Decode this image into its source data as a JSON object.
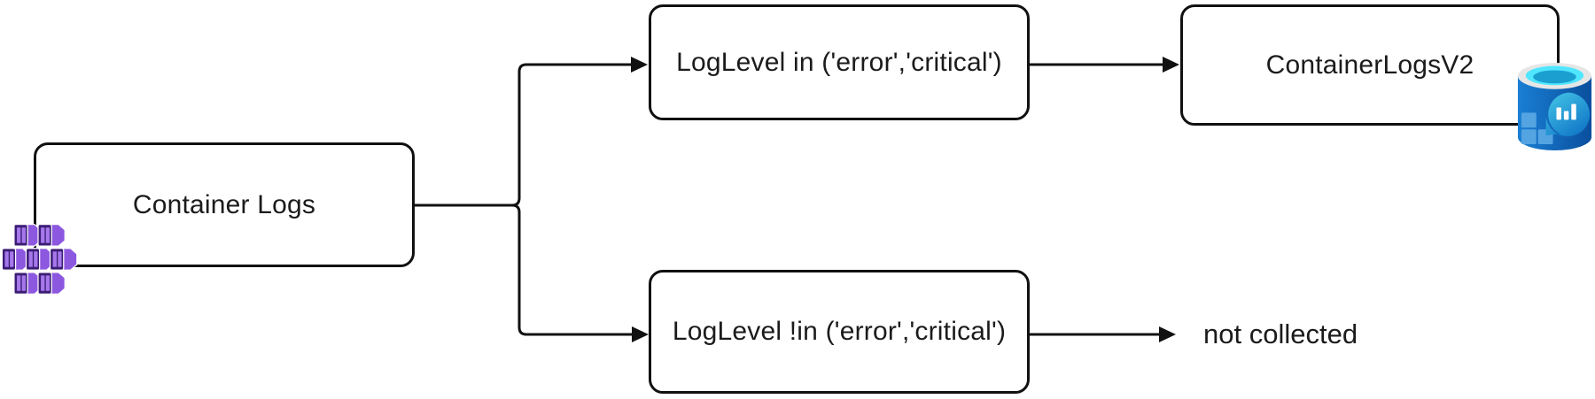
{
  "diagram": {
    "nodes": {
      "source": {
        "label": "Container Logs",
        "icon": "container-cluster-icon"
      },
      "filter_top": {
        "label": "LogLevel in ('error','critical')"
      },
      "filter_bottom": {
        "label": "LogLevel !in ('error','critical')"
      },
      "destination": {
        "label": "ContainerLogsV2",
        "icon": "log-analytics-icon"
      },
      "sink_label": "not collected"
    },
    "colors": {
      "stroke": "#111111",
      "text": "#1b1b1b",
      "container_dark": "#3c1d75",
      "container_mid": "#8d58e0",
      "container_light": "#a678ec",
      "la_body_left": "#1a7fd4",
      "la_body_right": "#0a4f9d",
      "la_rim": "#e6e6e6",
      "la_cyan": "#50e6ff",
      "la_teal": "#1b9fd0",
      "la_square": "#54a4e2",
      "la_drop_light": "#45c8e8",
      "la_drop_dark": "#1278c8"
    }
  }
}
